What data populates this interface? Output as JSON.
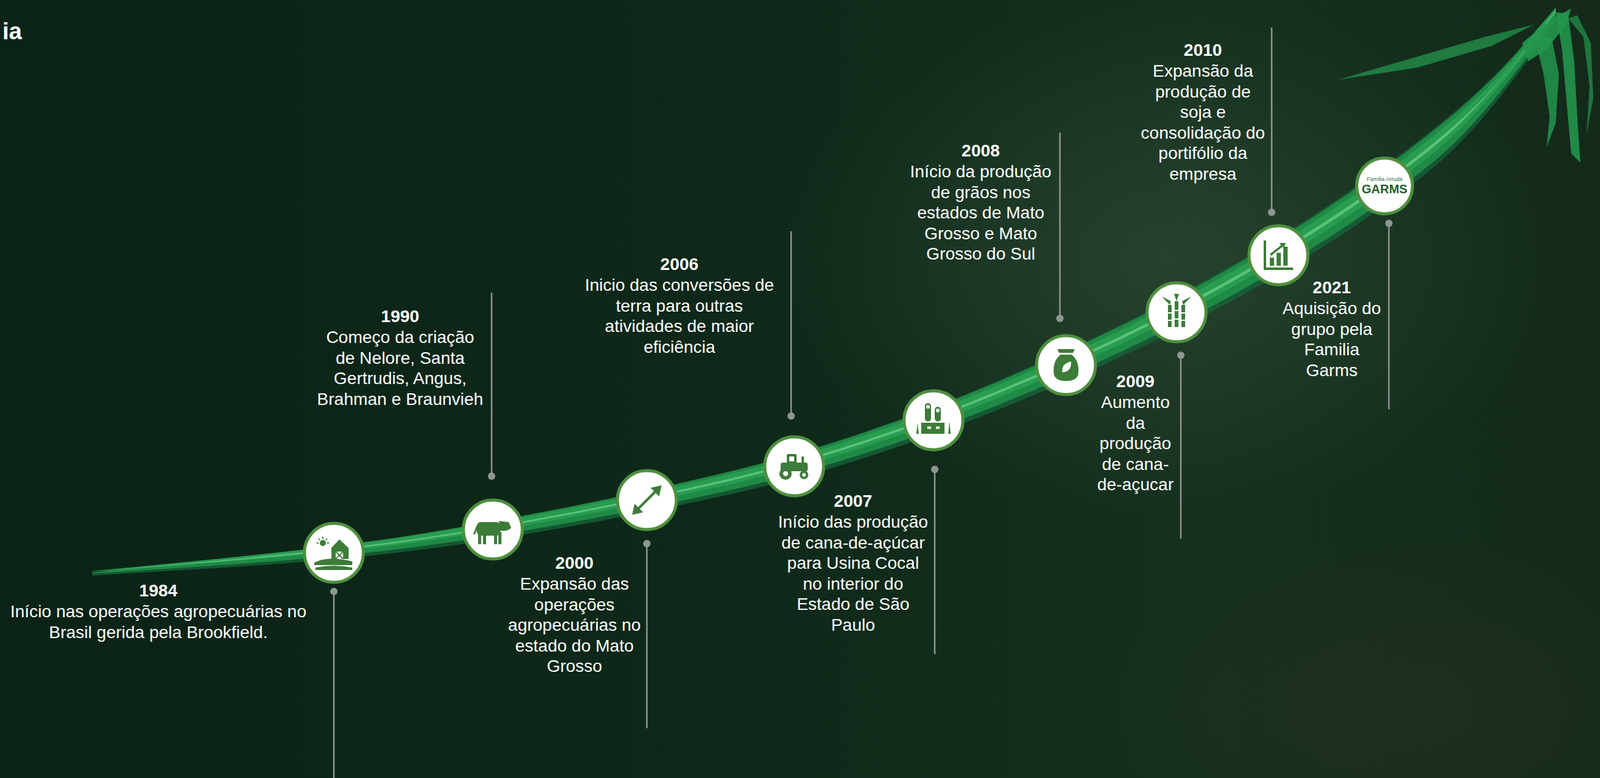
{
  "diagram": {
    "title": "ia",
    "nodes": [
      {
        "text": [
          "Familia Arruda",
          "GARMS"
        ]
      }
    ],
    "labels": [
      "1984",
      "Início nas operações agropecuárias no Brasil gerida pela Brookfield.",
      "1990",
      "Começo da criação de Nelore, Santa Gertrudis, Angus, Brahman e Braunvieh",
      "2000",
      "Expansão das operações agropecuárias no estado do Mato Grosso",
      "2006",
      "Inicio das conversões de terra para outras atividades de maior eficiência",
      "2007",
      "Início das produção de cana-de-açúcar para Usina Cocal no interior do Estado de São Paulo",
      "2008",
      "Início da produção de grãos nos estados de Mato Grosso e Mato Grosso do Sul",
      "2009",
      "Aumento da produção de cana-de-açucar",
      "2010",
      "Expansão da produção de soja e consolidação do portifólio da empresa",
      "2021",
      "Aquisição do grupo pela Familia Garms"
    ]
  }
}
